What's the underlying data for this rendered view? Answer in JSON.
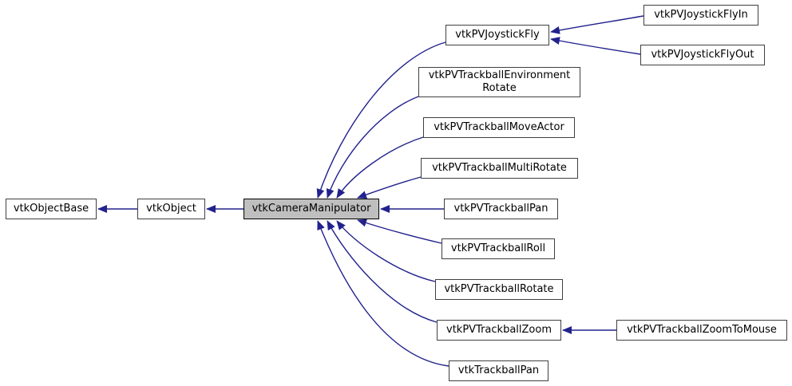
{
  "diagram": {
    "type": "class-inheritance-graph",
    "selected_class": "vtkCameraManipulator",
    "colors": {
      "edge_color": "#22228d",
      "node_border": "#404040",
      "node_fill": "#ffffff",
      "selected_node_fill": "#bfbfbf",
      "selected_node_border": "#000000",
      "text_color": "#000000",
      "background": "#ffffff"
    },
    "nodes": {
      "objectBase": {
        "label": "vtkObjectBase"
      },
      "object": {
        "label": "vtkObject"
      },
      "cameraManipulator": {
        "label": "vtkCameraManipulator"
      },
      "joystickFly": {
        "label": "vtkPVJoystickFly"
      },
      "joystickFlyIn": {
        "label": "vtkPVJoystickFlyIn"
      },
      "joystickFlyOut": {
        "label": "vtkPVJoystickFlyOut"
      },
      "envRotate": {
        "label": "vtkPVTrackballEnvironment\nRotate"
      },
      "moveActor": {
        "label": "vtkPVTrackballMoveActor"
      },
      "multiRotate": {
        "label": "vtkPVTrackballMultiRotate"
      },
      "pan": {
        "label": "vtkPVTrackballPan"
      },
      "roll": {
        "label": "vtkPVTrackballRoll"
      },
      "rotate": {
        "label": "vtkPVTrackballRotate"
      },
      "zoom": {
        "label": "vtkPVTrackballZoom"
      },
      "zoomToMouse": {
        "label": "vtkPVTrackballZoomToMouse"
      },
      "trackballPan": {
        "label": "vtkTrackballPan"
      }
    },
    "edges": [
      {
        "from": "vtkObject",
        "to": "vtkObjectBase",
        "relation": "inherits"
      },
      {
        "from": "vtkCameraManipulator",
        "to": "vtkObject",
        "relation": "inherits"
      },
      {
        "from": "vtkPVJoystickFly",
        "to": "vtkCameraManipulator",
        "relation": "inherits"
      },
      {
        "from": "vtkPVJoystickFlyIn",
        "to": "vtkPVJoystickFly",
        "relation": "inherits"
      },
      {
        "from": "vtkPVJoystickFlyOut",
        "to": "vtkPVJoystickFly",
        "relation": "inherits"
      },
      {
        "from": "vtkPVTrackballEnvironmentRotate",
        "to": "vtkCameraManipulator",
        "relation": "inherits"
      },
      {
        "from": "vtkPVTrackballMoveActor",
        "to": "vtkCameraManipulator",
        "relation": "inherits"
      },
      {
        "from": "vtkPVTrackballMultiRotate",
        "to": "vtkCameraManipulator",
        "relation": "inherits"
      },
      {
        "from": "vtkPVTrackballPan",
        "to": "vtkCameraManipulator",
        "relation": "inherits"
      },
      {
        "from": "vtkPVTrackballRoll",
        "to": "vtkCameraManipulator",
        "relation": "inherits"
      },
      {
        "from": "vtkPVTrackballRotate",
        "to": "vtkCameraManipulator",
        "relation": "inherits"
      },
      {
        "from": "vtkPVTrackballZoom",
        "to": "vtkCameraManipulator",
        "relation": "inherits"
      },
      {
        "from": "vtkPVTrackballZoomToMouse",
        "to": "vtkPVTrackballZoom",
        "relation": "inherits"
      },
      {
        "from": "vtkTrackballPan",
        "to": "vtkCameraManipulator",
        "relation": "inherits"
      }
    ]
  }
}
